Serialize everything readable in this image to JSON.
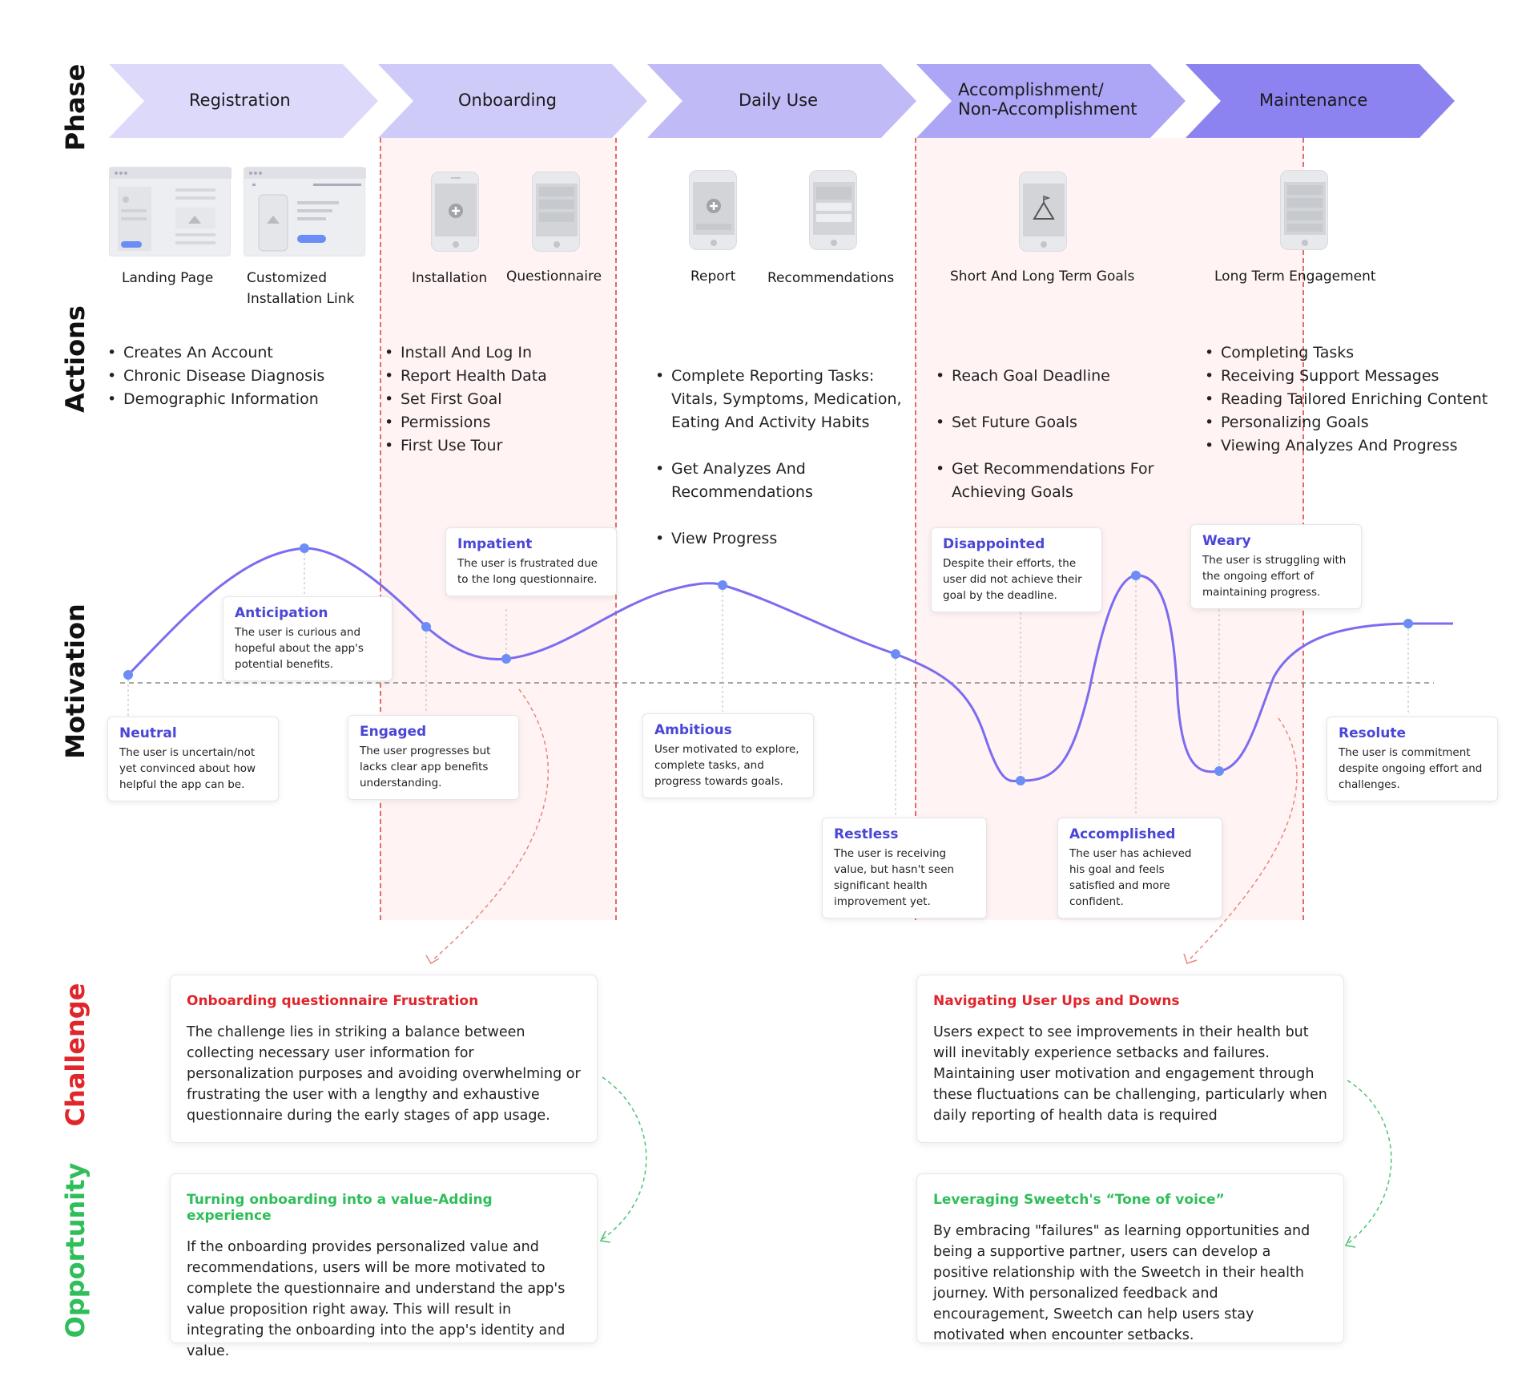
{
  "row_labels": {
    "phase": "Phase",
    "actions": "Actions",
    "motivation": "Motivation",
    "challenge": "Challenge",
    "opportunity": "Opportunity"
  },
  "phases": [
    {
      "label": "Registration",
      "color": "#dcd9fb"
    },
    {
      "label": "Onboarding",
      "color": "#cfcbf9"
    },
    {
      "label": "Daily Use",
      "color": "#c0baf7"
    },
    {
      "label": "Accomplishment/\nNon-Accomplishment",
      "color": "#ada5f5"
    },
    {
      "label": "Maintenance",
      "color": "#8c82f0"
    }
  ],
  "screens": [
    {
      "label": "Landing Page"
    },
    {
      "label": "Customized\nInstallation Link"
    },
    {
      "label": "Installation"
    },
    {
      "label": "Questionnaire"
    },
    {
      "label": "Report"
    },
    {
      "label": "Recommendations"
    },
    {
      "label": "Short And Long Term Goals"
    },
    {
      "label": "Long Term Engagement"
    }
  ],
  "actions": [
    {
      "items": [
        "Creates An Account",
        "Chronic Disease Diagnosis",
        "Demographic Information"
      ]
    },
    {
      "items": [
        "Install And Log In",
        "Report Health Data",
        "Set First Goal",
        "Permissions",
        "First Use Tour"
      ]
    },
    {
      "items": [
        "Complete Reporting Tasks:\nVitals, Symptoms, Medication,\nEating And Activity Habits",
        "Get Analyzes And\nRecommendations",
        "View Progress"
      ]
    },
    {
      "items": [
        "Reach Goal Deadline",
        "Set Future Goals",
        "Get Recommendations For\nAchieving Goals"
      ]
    },
    {
      "items": [
        "Completing Tasks",
        "Receiving Support Messages",
        "Reading Tailored Enriching Content",
        "Personalizing Goals",
        "Viewing Analyzes And Progress"
      ]
    }
  ],
  "emotions": [
    {
      "title": "Neutral",
      "desc": "The user is uncertain/not yet convinced about how helpful the app can be."
    },
    {
      "title": "Anticipation",
      "desc": "The user is curious and hopeful about the app's potential benefits."
    },
    {
      "title": "Engaged",
      "desc": "The user progresses but lacks clear app benefits understanding."
    },
    {
      "title": "Impatient",
      "desc": "The user is frustrated due to the long questionnaire."
    },
    {
      "title": "Ambitious",
      "desc": "User motivated to explore, complete tasks, and progress towards goals."
    },
    {
      "title": "Restless",
      "desc": "The user is receiving value, but hasn't seen significant health improvement yet."
    },
    {
      "title": "Disappointed",
      "desc": "Despite their efforts, the user did not achieve their goal by the deadline."
    },
    {
      "title": "Accomplished",
      "desc": "The user has achieved  his goal and feels satisfied and more confident."
    },
    {
      "title": "Weary",
      "desc": "The user is struggling with the ongoing effort of maintaining progress."
    },
    {
      "title": "Resolute",
      "desc": "The user is commitment despite ongoing effort and challenges."
    }
  ],
  "challenges": [
    {
      "title": "Onboarding questionnaire Frustration",
      "desc": "The challenge lies in striking a balance between collecting necessary user information for personalization purposes and avoiding overwhelming or frustrating the user with a lengthy and exhaustive questionnaire during the early stages of app usage."
    },
    {
      "title": "Navigating User Ups and Downs",
      "desc": "Users expect to see improvements in their health but will inevitably experience setbacks and failures. Maintaining user motivation and engagement through these fluctuations can be challenging, particularly when daily reporting of health data is required"
    }
  ],
  "opportunities": [
    {
      "title": "Turning onboarding into a value-Adding experience",
      "desc": "If the onboarding provides personalized value and recommendations, users will be more motivated to complete the questionnaire and understand the app's value proposition right away. This will result in integrating the onboarding  into the app's identity and value."
    },
    {
      "title": "Leveraging Sweetch's “Tone of voice”",
      "desc": "By embracing \"failures\" as learning opportunities and being a supportive partner, users can develop a  positive relationship with the Sweetch in their health journey. With personalized feedback and encouragement, Sweetch can help users stay motivated when encounter setbacks."
    }
  ],
  "colors": {
    "curve": "#7b6cf0",
    "point": "#6b8df5",
    "zone_border": "#e26b6b",
    "challenge": "#e0252b",
    "opportunity": "#2fbe5a"
  }
}
